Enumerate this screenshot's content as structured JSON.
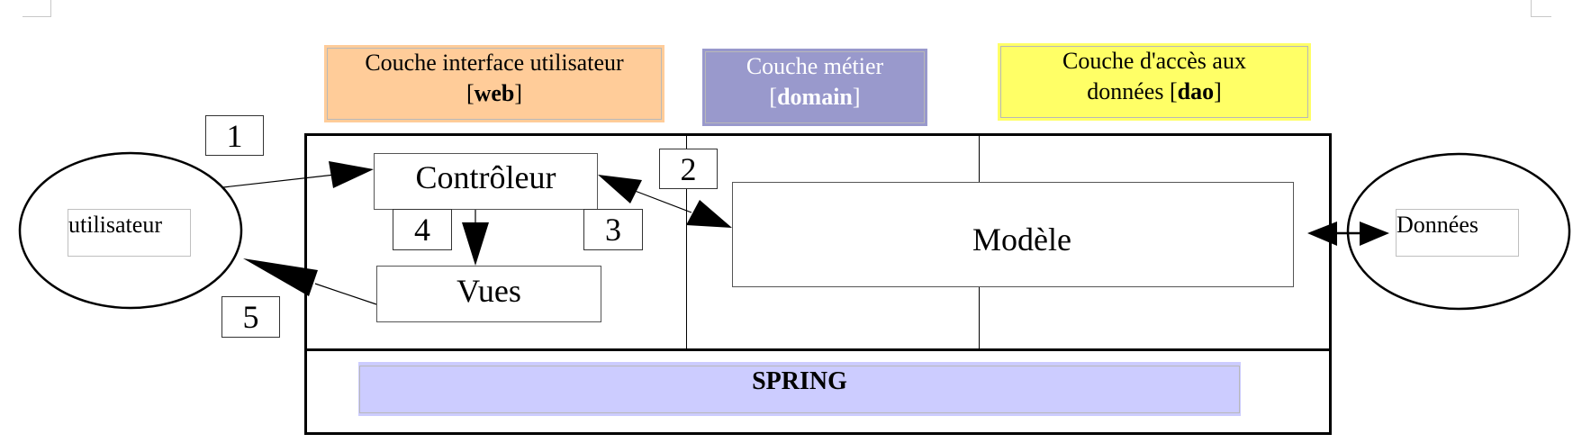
{
  "layers": {
    "web": {
      "line1": "Couche interface utilisateur",
      "bracket_open": "[",
      "name": "web",
      "bracket_close": "]",
      "color": "#ffcc99"
    },
    "domain": {
      "line1": "Couche métier",
      "bracket_open": "[",
      "name": "domain",
      "bracket_close": "]",
      "color": "#9999cc"
    },
    "dao": {
      "line1": "Couche d'accès aux",
      "line2_prefix": "données [",
      "name": "dao",
      "bracket_close": "]",
      "color": "#ffff66"
    }
  },
  "actors": {
    "user": "utilisateur",
    "data": "Données"
  },
  "components": {
    "controller": "Contrôleur",
    "views": "Vues",
    "model": "Modèle"
  },
  "steps": [
    "1",
    "2",
    "3",
    "4",
    "5"
  ],
  "framework": {
    "label": "SPRING",
    "color": "#ccccff"
  },
  "flows": [
    {
      "step": "1",
      "from": "utilisateur",
      "to": "Contrôleur"
    },
    {
      "step": "2",
      "from": "Contrôleur",
      "to": "Modèle"
    },
    {
      "step": "3",
      "from": "Modèle",
      "to": "Contrôleur"
    },
    {
      "step": "4",
      "from": "Contrôleur",
      "to": "Vues"
    },
    {
      "step": "5",
      "from": "Vues",
      "to": "utilisateur"
    },
    {
      "step": "",
      "from": "Modèle",
      "to": "Données",
      "bidirectional": true
    }
  ]
}
